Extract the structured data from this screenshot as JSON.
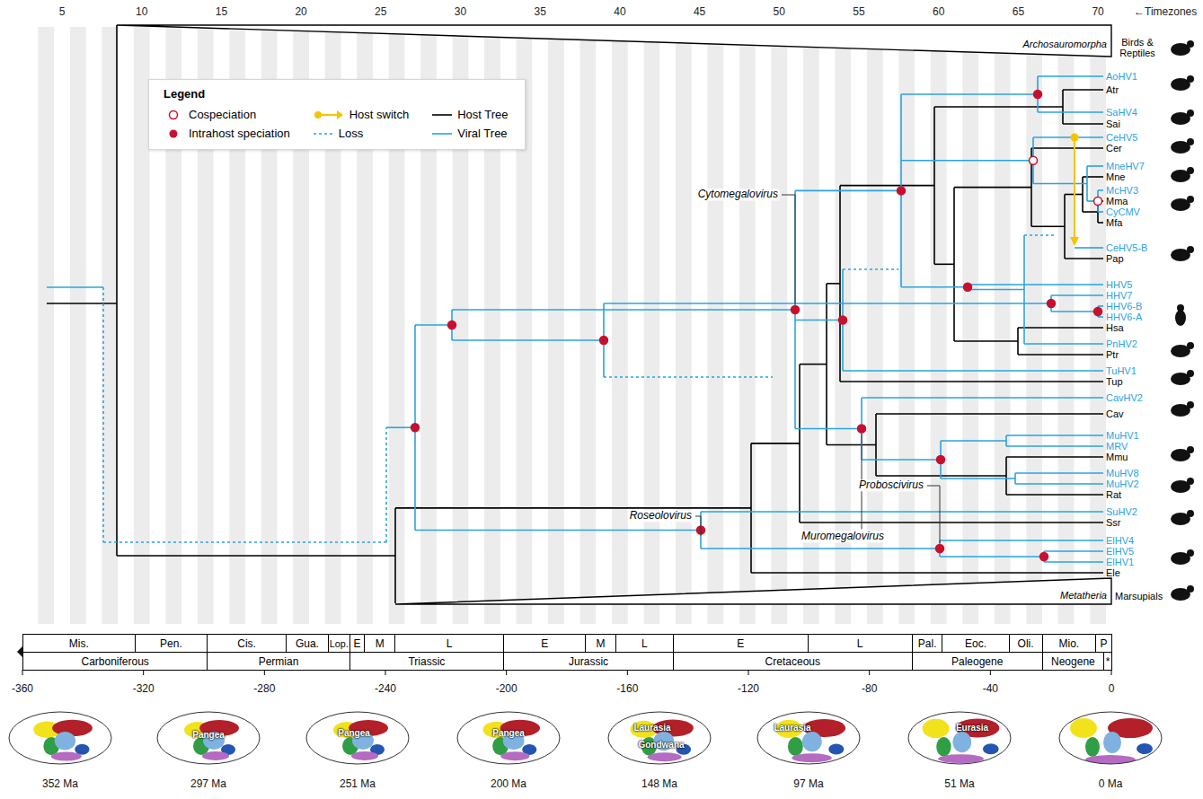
{
  "diagram": {
    "nodes": [
      {
        "text": [
          "Archosauromorpha"
        ]
      },
      {
        "text": [
          "Metatheria"
        ]
      },
      {
        "text": [
          "Mis."
        ]
      },
      {
        "text": [
          "Pen."
        ]
      },
      {
        "text": [
          "Cis."
        ]
      },
      {
        "text": [
          "Gua."
        ]
      },
      {
        "text": [
          "Lop."
        ]
      },
      {
        "text": [
          "E"
        ]
      },
      {
        "text": [
          "M"
        ]
      },
      {
        "text": [
          "L"
        ]
      },
      {
        "text": [
          "E"
        ]
      },
      {
        "text": [
          "M"
        ]
      },
      {
        "text": [
          "L"
        ]
      },
      {
        "text": [
          "E"
        ]
      },
      {
        "text": [
          "L"
        ]
      },
      {
        "text": [
          "Pal."
        ]
      },
      {
        "text": [
          "Eoc."
        ]
      },
      {
        "text": [
          "Oli."
        ]
      },
      {
        "text": [
          "Mio."
        ]
      },
      {
        "text": [
          "P"
        ]
      },
      {
        "text": [
          "Carboniferous"
        ]
      },
      {
        "text": [
          "Permian"
        ]
      },
      {
        "text": [
          "Triassic"
        ]
      },
      {
        "text": [
          "Jurassic"
        ]
      },
      {
        "text": [
          "Cretaceous"
        ]
      },
      {
        "text": [
          "Paleogene"
        ]
      },
      {
        "text": [
          "Neogene"
        ]
      },
      {
        "text": [
          "*"
        ]
      }
    ],
    "labels": [
      "Birds & Reptiles",
      "Marsupials",
      "5",
      "10",
      "15",
      "20",
      "25",
      "30",
      "35",
      "40",
      "45",
      "50",
      "55",
      "60",
      "65",
      "70",
      "←Timezones",
      "AoHV1",
      "Atr",
      "SaHV4",
      "Sai",
      "CeHV5",
      "Cer",
      "MneHV7",
      "Mne",
      "McHV3",
      "Mma",
      "CyCMV",
      "Mfa",
      "CeHV5-B",
      "Pap",
      "HHV5",
      "HHV7",
      "HHV6-B",
      "HHV6-A",
      "Hsa",
      "PnHV2",
      "Ptr",
      "TuHV1",
      "Tup",
      "CavHV2",
      "Cav",
      "MuHV1",
      "MRV",
      "Mmu",
      "MuHV8",
      "MuHV2",
      "Rat",
      "SuHV2",
      "Ssr",
      "ElHV4",
      "ElHV5",
      "ElHV1",
      "Ele",
      "Cytomegalovirus",
      "Roseolovirus",
      "Muromegalovirus",
      "Proboscivirus",
      "Legend",
      "-360",
      "-320",
      "-280",
      "-240",
      "-200",
      "-160",
      "-120",
      "-80",
      "-40",
      "0",
      "Pangea",
      "Pangea",
      "Pangea",
      "Laurasia",
      "Gondwana",
      "Laurasia",
      "Eurasia",
      "352 Ma",
      "297 Ma",
      "251 Ma",
      "200 Ma",
      "148 Ma",
      "97 Ma",
      "51 Ma",
      "0 Ma"
    ],
    "legend": [
      {
        "text": "Cospeciation"
      },
      {
        "text": "Host switch"
      },
      {
        "text": "Host Tree"
      },
      {
        "text": "Intrahost speciation"
      },
      {
        "text": "Loss"
      },
      {
        "text": "Viral Tree"
      }
    ]
  }
}
